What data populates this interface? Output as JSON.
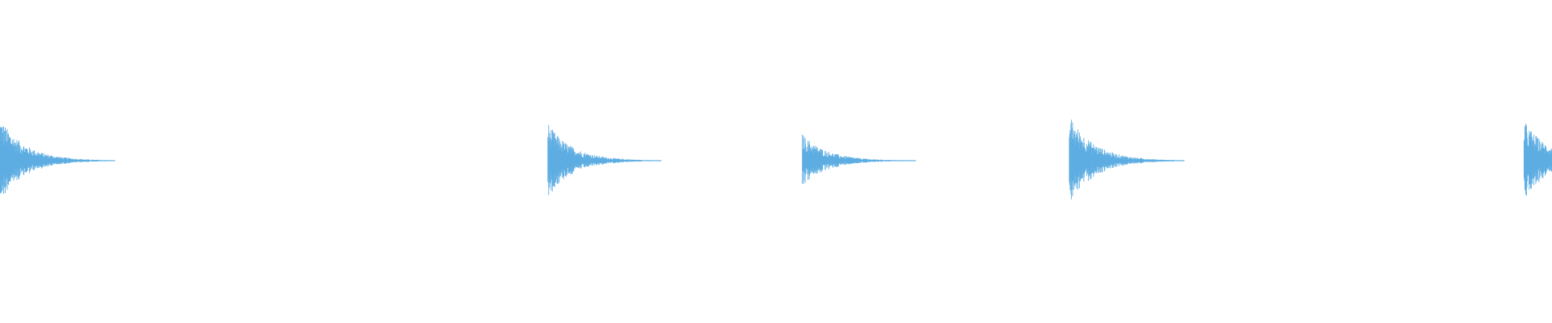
{
  "waveform": {
    "color": "#5dade2",
    "hits": [
      {
        "time_fraction": 0.0,
        "amplitude": 0.76,
        "decay_fraction": 0.074
      },
      {
        "time_fraction": 0.353,
        "amplitude": 0.66,
        "decay_fraction": 0.073
      },
      {
        "time_fraction": 0.517,
        "amplitude": 0.47,
        "decay_fraction": 0.073
      },
      {
        "time_fraction": 0.689,
        "amplitude": 0.8,
        "decay_fraction": 0.074
      },
      {
        "time_fraction": 0.982,
        "amplitude": 0.71,
        "decay_fraction": 0.074
      }
    ]
  }
}
